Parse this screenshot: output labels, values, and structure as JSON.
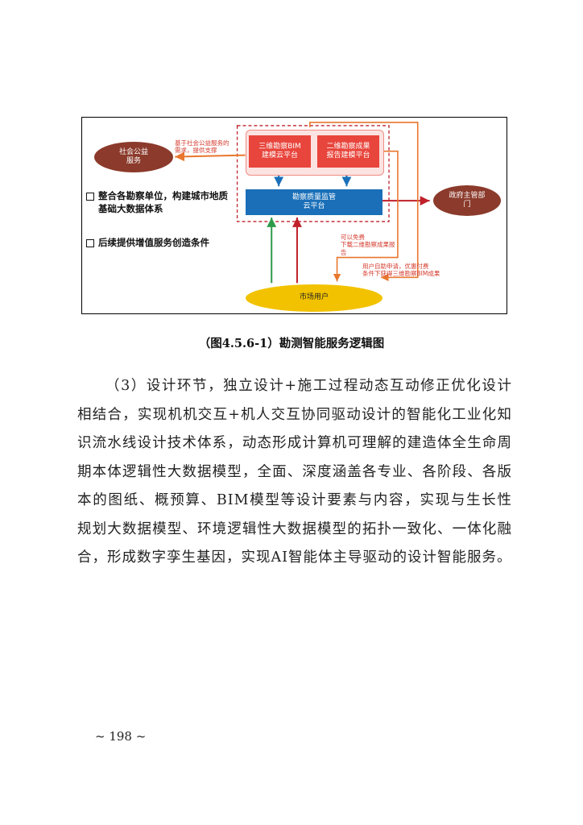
{
  "figure": {
    "nodes": {
      "social_service": "社会公益\n服务",
      "bim_platform": "三维勘察BIM\n建模云平台",
      "report_platform": "二维勘察成果\n报告建模平台",
      "supervision_platform": "勘察质量监管\n云平台",
      "government": "政府主管部\n门",
      "market_users": "市场用户"
    },
    "notes": {
      "social_note": "基于社会公益服务的需求，提供支撑",
      "free_note": "可以免费\n下载二维勘察成果报\n告",
      "pay_note": "用户自助申请，优惠付费\n条件下获得三维勘察BIM成果"
    },
    "bullets": [
      "整合各勘察单位，构建城市地质基础大数据体系",
      "后续提供增值服务创造条件"
    ],
    "colors": {
      "ellipse": "#8b3a2b",
      "red_box": "#e8453c",
      "blue_box": "#1a6fb8",
      "yellow_ellipse": "#f2c200",
      "orange_line": "#e8772e",
      "green_line": "#2e9a4a",
      "dark_red_line": "#c0202a",
      "blue_arrow": "#1a6fb8"
    }
  },
  "caption": "（图4.5.6-1）勘测智能服务逻辑图",
  "paragraph": "（3）设计环节，独立设计+施工过程动态互动修正优化设计相结合，实现机机交互+机人交互协同驱动设计的智能化工业化知识流水线设计技术体系，动态形成计算机可理解的建造体全生命周期本体逻辑性大数据模型，全面、深度涵盖各专业、各阶段、各版本的图纸、概预算、BIM模型等设计要素与内容，实现与生长性规划大数据模型、环境逻辑性大数据模型的拓扑一致化、一体化融合，形成数字孪生基因，实现AI智能体主导驱动的设计智能服务。",
  "page_number": "~ 198 ~"
}
